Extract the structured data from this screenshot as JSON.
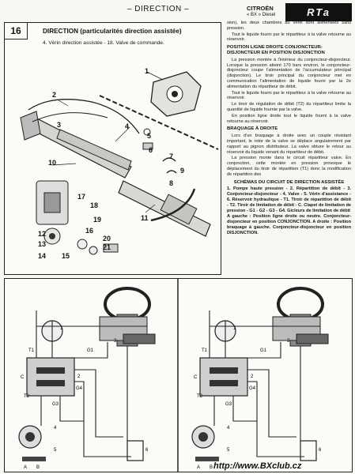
{
  "header": {
    "title": "– DIRECTION –",
    "brand": "CITROËN",
    "model": "« BX » Diesel",
    "logo": "RTa"
  },
  "figure": {
    "number": "16",
    "title": "DIRECTION (particularités direction assistée)",
    "subtitle": "4. Vérin direction assistée - 18. Valve de commande.",
    "callouts": [
      "1",
      "2",
      "3",
      "4",
      "5",
      "6",
      "7",
      "8",
      "9",
      "10",
      "11",
      "12",
      "13",
      "14",
      "15",
      "16",
      "17",
      "18",
      "19",
      "20",
      "21"
    ]
  },
  "text": {
    "intro": [
      "sion), les deux chambres du vérin sont alimentées sans pression.",
      "Tout le liquide fourni par le répartiteur à la valve retourne au réservoir."
    ],
    "h1": "POSITION LIGNE DROITE CONJONCTEUR-DISJONCTEUR EN POSITION DISJONCTION",
    "p1": [
      "La pression montée à l'intérieur du conjoncteur-disjoncteur. Lorsque la pression atteint 170 bars environ, le conjoncteur-disjoncteur coupe l'alimentation de l'accumulateur principal (disjonction). Le tiroir principal du conjoncteur met en communication l'alimentation de liquide fourni par la 2e alimentation du répartiteur de débit.",
      "Tout le liquide fourni par le répartiteur à la valve retourne au réservoir.",
      "Le tiroir de régulation de débit (T2) du répartiteur limite la quantité de liquide fournie par la valve.",
      "En position ligne droite tout le liquide fourni à la valve retourne au réservoir."
    ],
    "h2": "BRAQUAGE À DROITE",
    "p2": [
      "Lors d'un braquage à droite avec un couple résistant important, le rotor de la valve se déplace angulairement par rapport au pignon distributeur. La valve obture le retour au réservoir du liquide venant du répartiteur de débit.",
      "La pression monte dans le circuit répartiteur valve. En conjonction, cette montée en pression provoque le déplacement du tiroir de répartition (T1) donc la modification de répartition des"
    ],
    "h3": "SCHÉMAS DU CIRCUIT DE DIRECTION ASSISTÉE",
    "legend": [
      "1. Pompe haute pression - 2. Répartition de débit - 3. Conjoncteur-disjoncteur - 4. Valve - 5. Vérin d'assistance - 6. Réservoir hydraulique - T1. Tiroir de répartition de débit - T2. Tiroir de limitation de débit - C. Clapet de limitation de pression - G1 - G2 - G3 - G4. Gicleurs de limitation de débit",
      "A gauche : Position ligne droite ou neutre. Conjoncteur-disjoncteur en position CONJONCTION. A droite : Position braquage à gauche. Conjoncteur-disjoncteur en position DISJONCTION."
    ]
  },
  "schematic": {
    "labels": [
      "1",
      "2",
      "3",
      "4",
      "5",
      "6",
      "T1",
      "T2",
      "C",
      "G1",
      "G2",
      "G3",
      "G4",
      "A",
      "B"
    ]
  },
  "footer": {
    "credit": "http://www.BXclub.cz"
  }
}
